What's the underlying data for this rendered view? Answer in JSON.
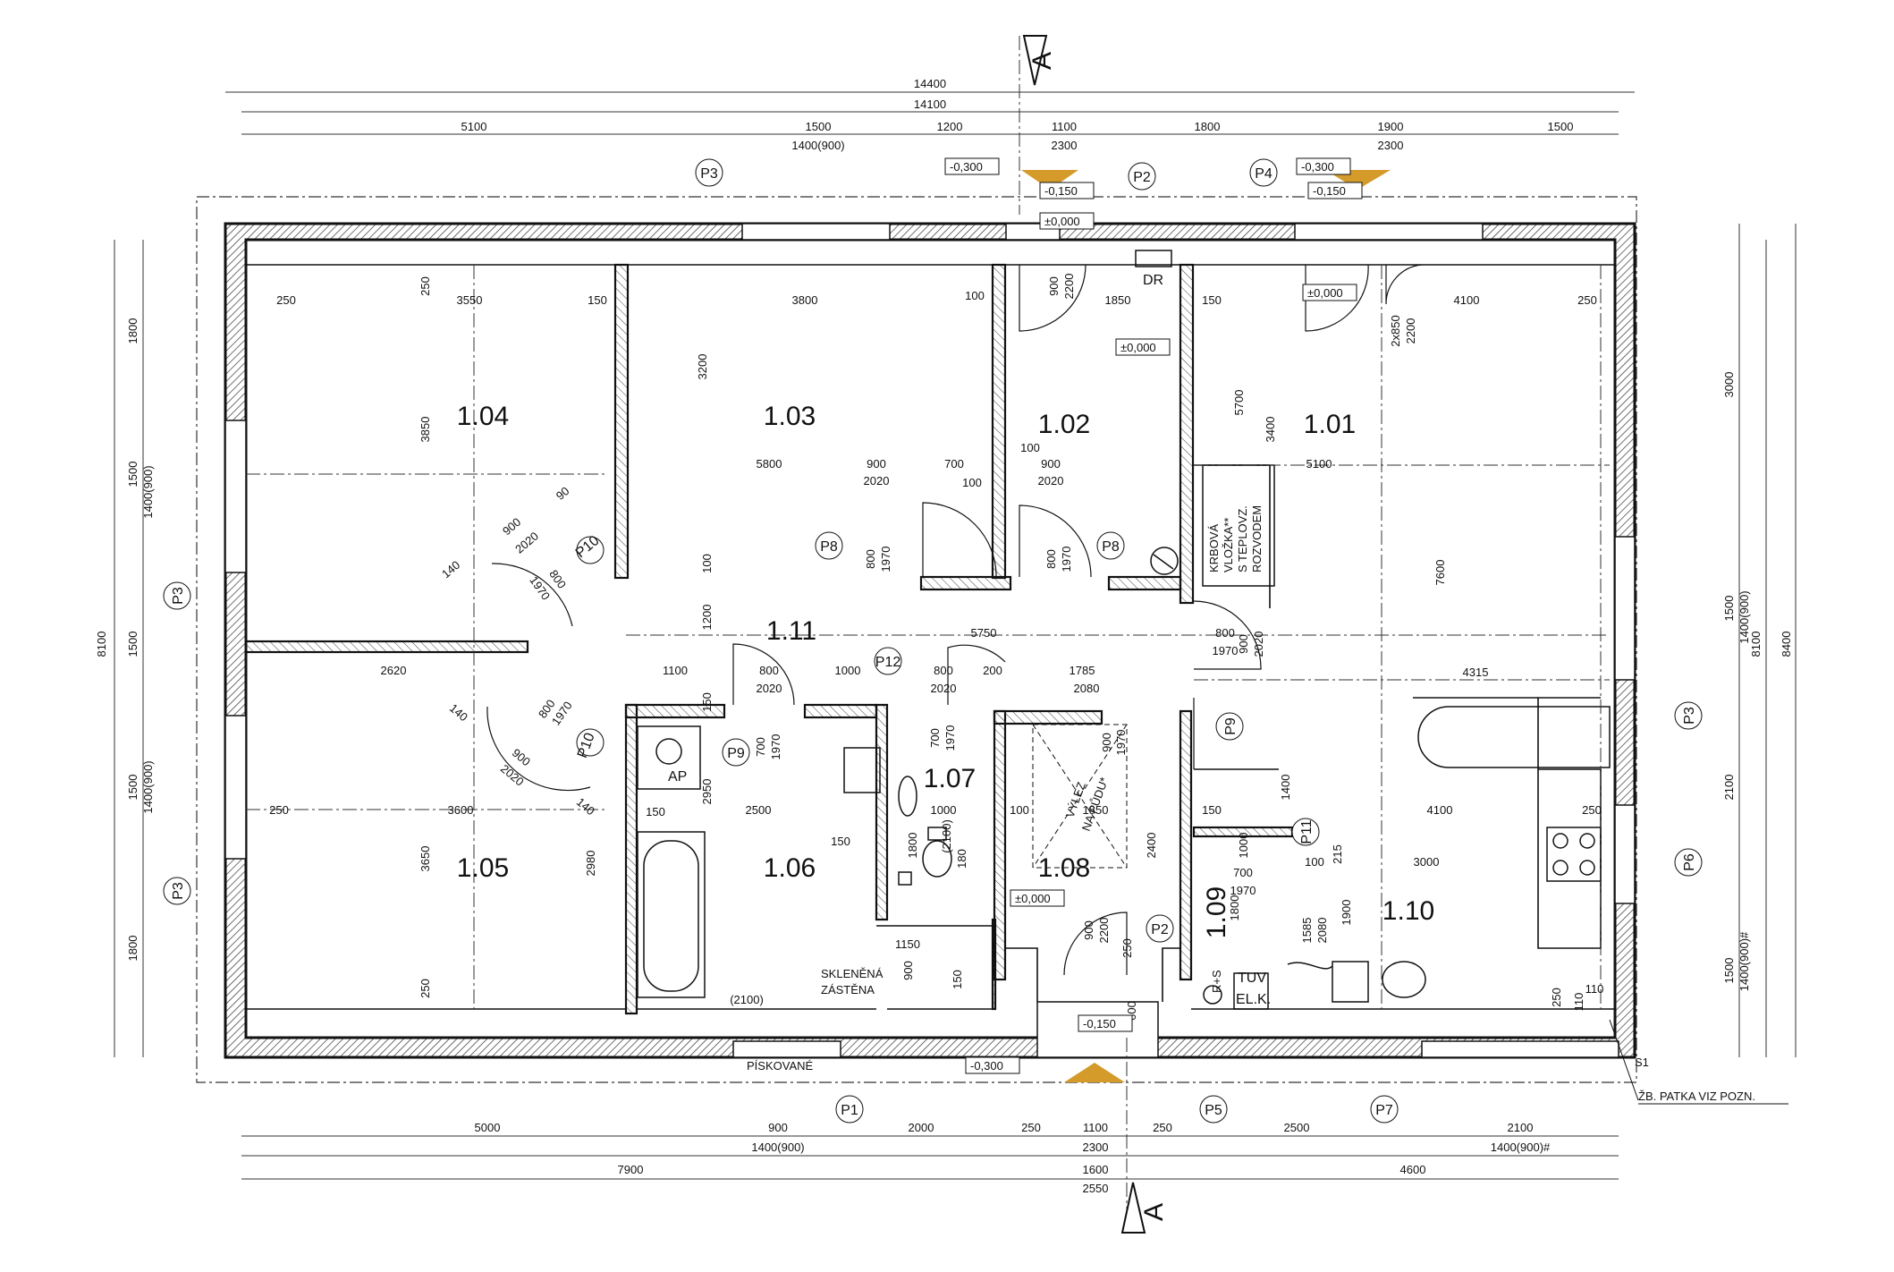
{
  "section_marker": "A",
  "rooms": [
    {
      "id": "1.01"
    },
    {
      "id": "1.02"
    },
    {
      "id": "1.03"
    },
    {
      "id": "1.04"
    },
    {
      "id": "1.05"
    },
    {
      "id": "1.06"
    },
    {
      "id": "1.07"
    },
    {
      "id": "1.08"
    },
    {
      "id": "1.09"
    },
    {
      "id": "1.10"
    },
    {
      "id": "1.11"
    }
  ],
  "dims_top": [
    "14400",
    "14100",
    "5100",
    "1500",
    "1400(900)",
    "1200",
    "1100",
    "2300",
    "1800",
    "1900",
    "2300",
    "1500"
  ],
  "dims_bottom": [
    "5000",
    "900",
    "1400(900)",
    "2000",
    "250",
    "1100",
    "2300",
    "250",
    "2500",
    "2100",
    "1400(900)#",
    "7900",
    "1600",
    "2550",
    "4600"
  ],
  "dims_left": [
    "8100",
    "1800",
    "1500",
    "1400(900)",
    "1500",
    "1500",
    "1400(900)",
    "1800"
  ],
  "dims_right": [
    "3000",
    "1500",
    "1400(900)",
    "8100",
    "8400",
    "2100",
    "1500",
    "1400(900)#"
  ],
  "levels": [
    "-0,300",
    "-0,150",
    "±0,000",
    "-0,300",
    "-0,150",
    "±0,000",
    "±0,000",
    "±0,000",
    "-0,150",
    "-0,300"
  ],
  "window_tags": [
    "P1",
    "P2",
    "P2",
    "P3",
    "P3",
    "P3",
    "P3",
    "P4",
    "P5",
    "P6",
    "P7",
    "P8",
    "P8",
    "P9",
    "P9",
    "P10",
    "P10",
    "P11",
    "P12"
  ],
  "notes": {
    "dr": "DR",
    "ap": "AP",
    "fireplace": [
      "KRBOVÁ",
      "VLOŽKA**",
      "S TEPLOVZ.",
      "ROZVODEM"
    ],
    "attic": [
      "VÝLEZ",
      "NA PŮDU*"
    ],
    "glass": [
      "SKLENĚNÁ",
      "ZÁSTĚNA"
    ],
    "sand": "PÍSKOVANÉ",
    "tuv": "TUV",
    "elk": "EL.K.",
    "rs": "R+S",
    "s1": "S1",
    "footing": "ŽB. PATKA VIZ POZN."
  },
  "interior_dims": [
    "250",
    "3550",
    "150",
    "3800",
    "100",
    "1850",
    "150",
    "4100",
    "250",
    "250",
    "3200",
    "3850",
    "900",
    "2200",
    "5700",
    "3400",
    "7600",
    "5800",
    "900",
    "2020",
    "700",
    "100",
    "100",
    "900",
    "2020",
    "5100",
    "90",
    "900",
    "2020",
    "140",
    "800",
    "1970",
    "800",
    "1970",
    "800",
    "1970",
    "100",
    "1200",
    "5750",
    "800",
    "1970",
    "900",
    "2020",
    "4315",
    "2620",
    "1100",
    "800",
    "2020",
    "1000",
    "800",
    "2020",
    "200",
    "1785",
    "2080",
    "140",
    "800",
    "1970",
    "900",
    "2020",
    "140",
    "150",
    "2950",
    "700",
    "1970",
    "700",
    "1970",
    "900",
    "1970",
    "1400",
    "250",
    "3600",
    "150",
    "2500",
    "1000",
    "100",
    "1850",
    "150",
    "4100",
    "250",
    "150",
    "1800",
    "180",
    "(2100)",
    "2400",
    "1000",
    "100",
    "215",
    "3000",
    "3650",
    "2980",
    "700",
    "1970",
    "1800",
    "1585",
    "2080",
    "1900",
    "250",
    "1150",
    "900",
    "150",
    "900",
    "2200",
    "250",
    "600",
    "110",
    "110",
    "250",
    "(2100)",
    "2x850",
    "2200"
  ]
}
